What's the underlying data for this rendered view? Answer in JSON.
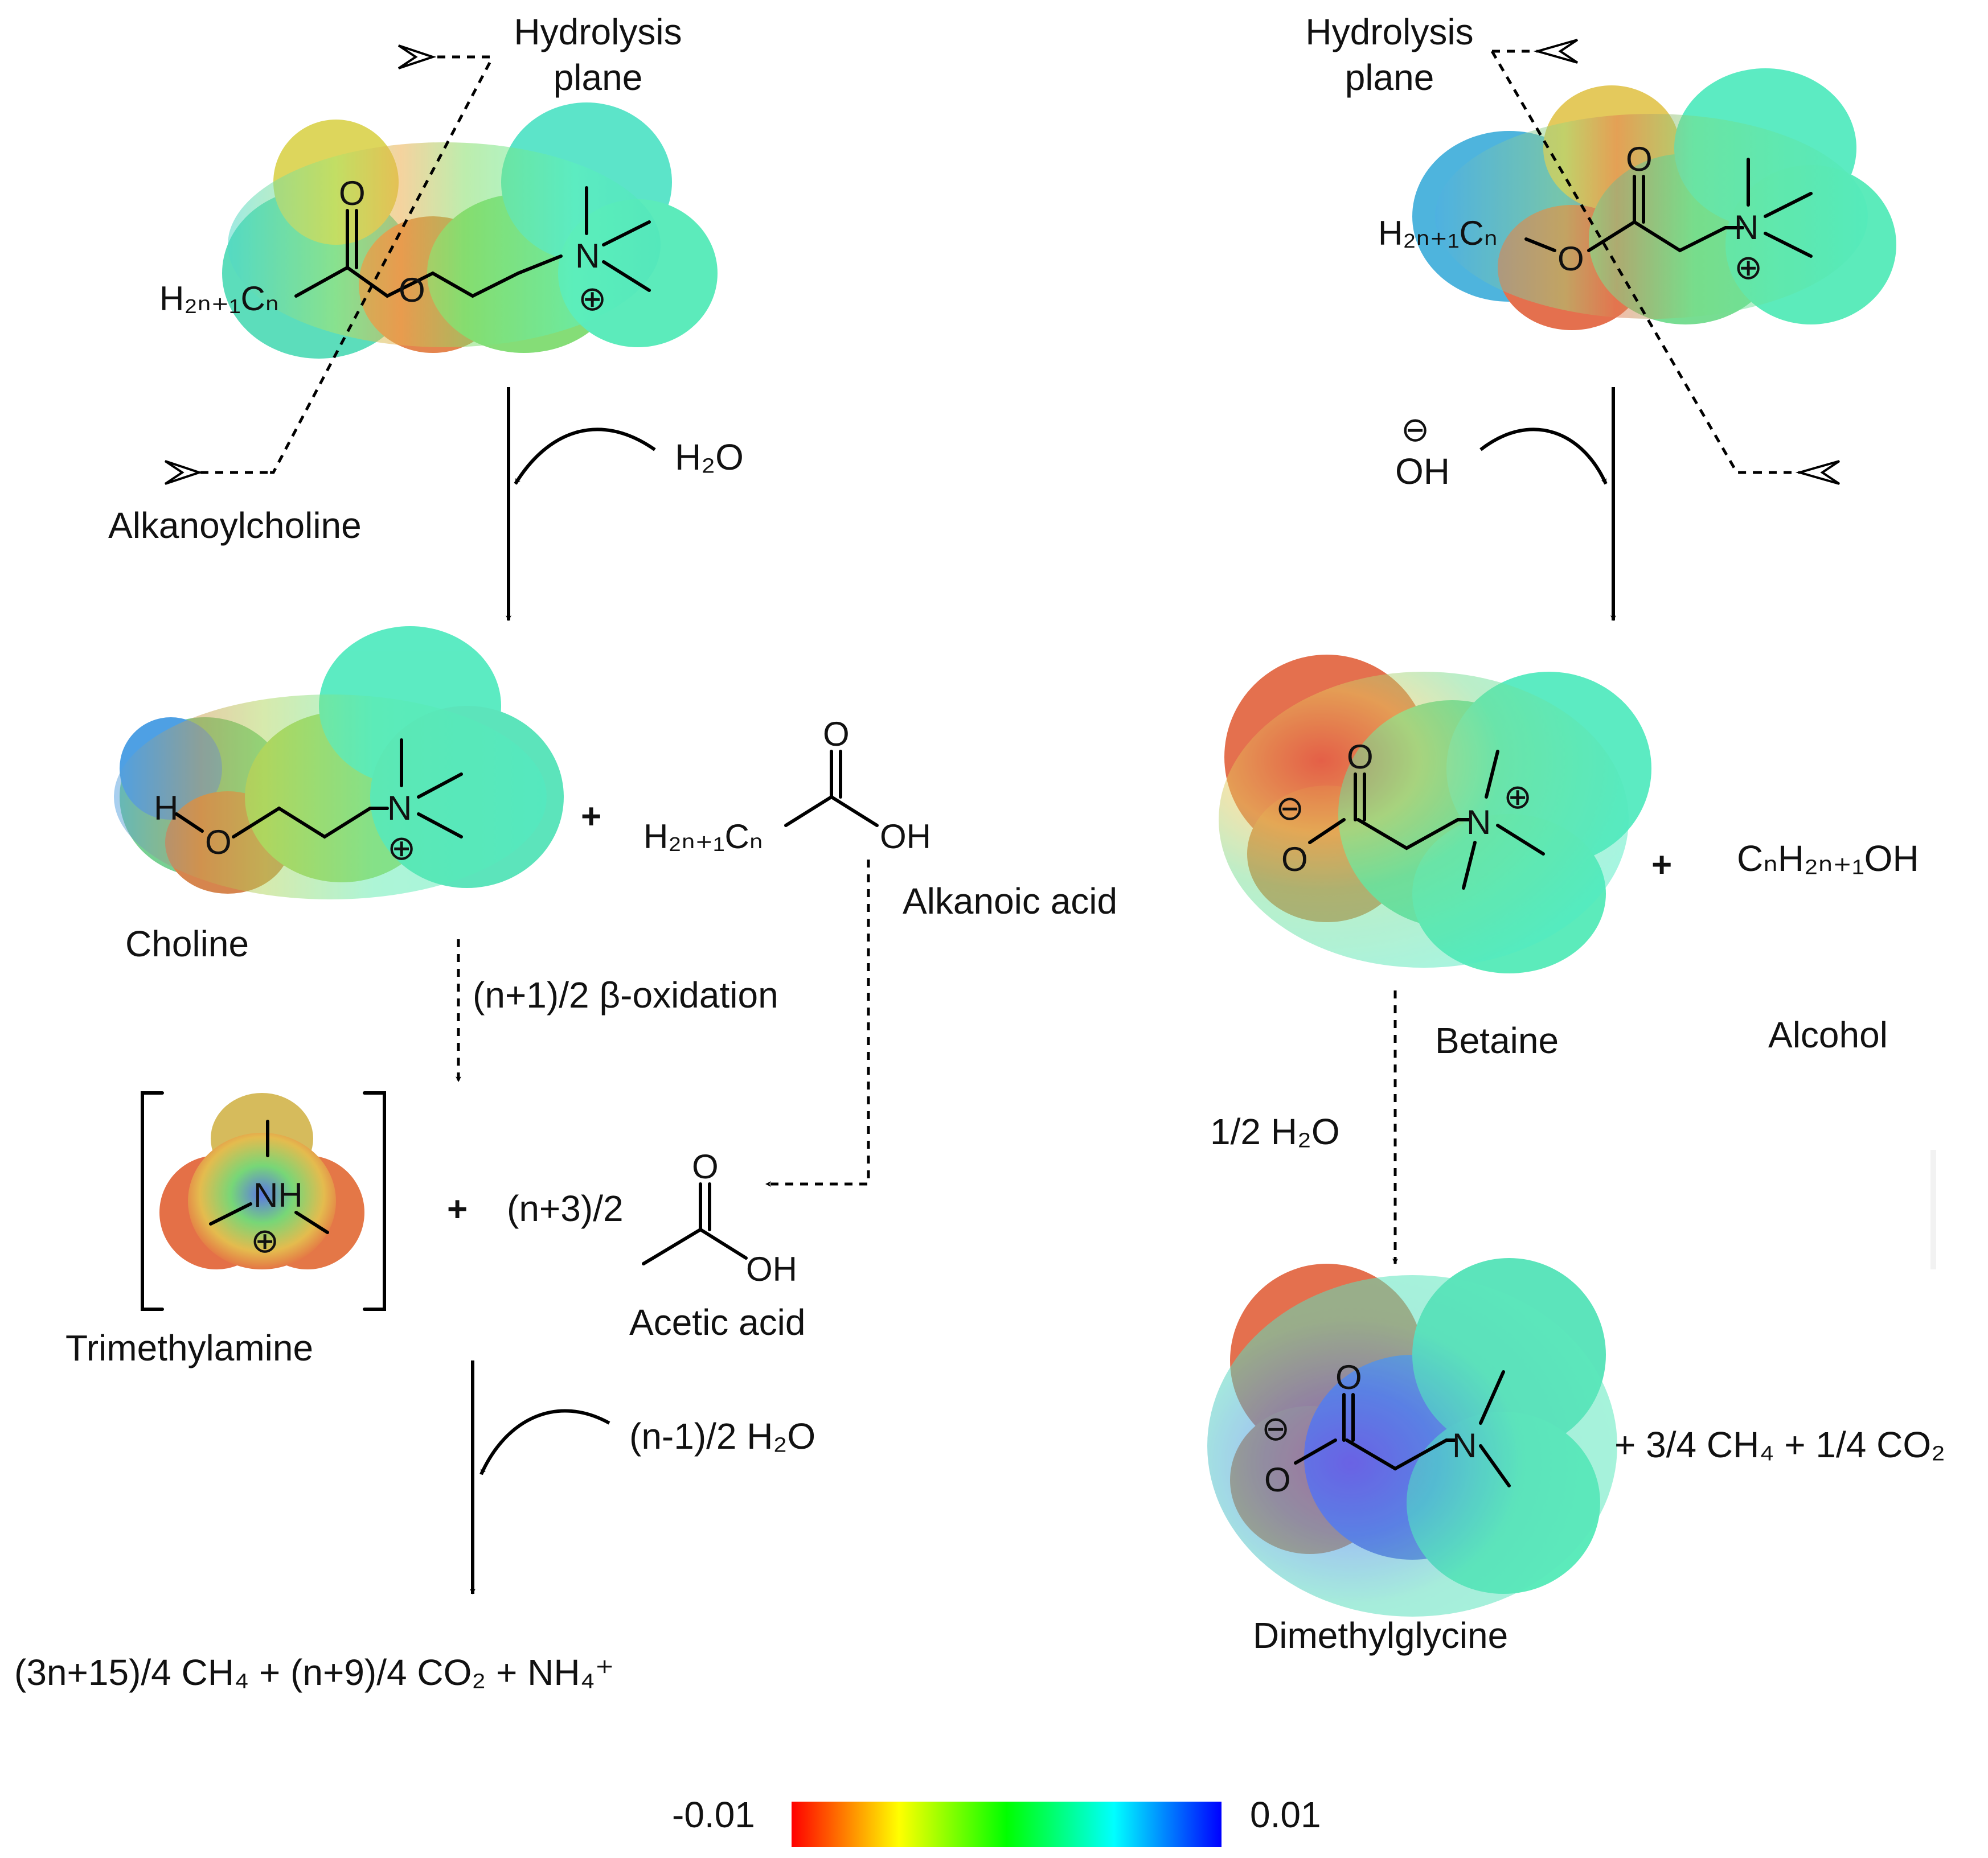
{
  "left": {
    "hydrolysis_label_1": "Hydrolysis",
    "hydrolysis_label_2": "plane",
    "reactant_name": "Alkanoylcholine",
    "reagent": "H₂O",
    "product1_name": "Choline",
    "plus": "+",
    "product2_name": "Alkanoic acid",
    "step2_label": "(n+1)/2 β-oxidation",
    "tma_name": "Trimethylamine",
    "acetic_coef": "(n+3)/2",
    "acetic_name": "Acetic acid",
    "step3_reagent": "(n-1)/2 H₂O",
    "final_products": "(3n+15)/4 CH₄ + (n+9)/4 CO₂ + NH₄⁺"
  },
  "right": {
    "hydrolysis_label_1": "Hydrolysis",
    "hydrolysis_label_2": "plane",
    "reagent": "OH",
    "reagent_charge": "⊖",
    "product1_name": "Betaine",
    "plus": "+",
    "product2_formula": "CₙH₂ₙ₊₁OH",
    "product2_name": "Alcohol",
    "step2_reagent": "1/2 H₂O",
    "final_name": "Dimethylglycine",
    "final_side": "+ 3/4 CH₄ + 1/4 CO₂"
  },
  "atoms": {
    "alkyl": "H₂ₙ₊₁Cₙ",
    "O": "O",
    "N": "N",
    "NH": "NH",
    "H": "H",
    "OH": "OH",
    "plus_charge": "⊕",
    "minus_charge": "⊖"
  },
  "colorbar": {
    "min_label": "-0.01",
    "max_label": "0.01",
    "colors": [
      "#ff0000",
      "#ffff00",
      "#00ff00",
      "#00ffff",
      "#0000ff"
    ]
  }
}
